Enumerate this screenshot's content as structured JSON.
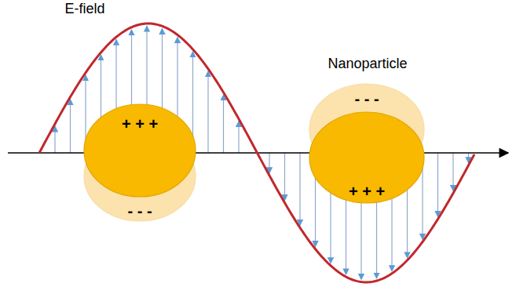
{
  "diagram": {
    "nodes": [
      {
        "text": [
          "+ + +"
        ]
      },
      {
        "text": [
          "- - -"
        ]
      },
      {
        "text": [
          "- - -"
        ]
      },
      {
        "text": [
          "+ + +"
        ]
      }
    ],
    "labels": [
      "E-field",
      "Nanoparticle"
    ]
  }
}
